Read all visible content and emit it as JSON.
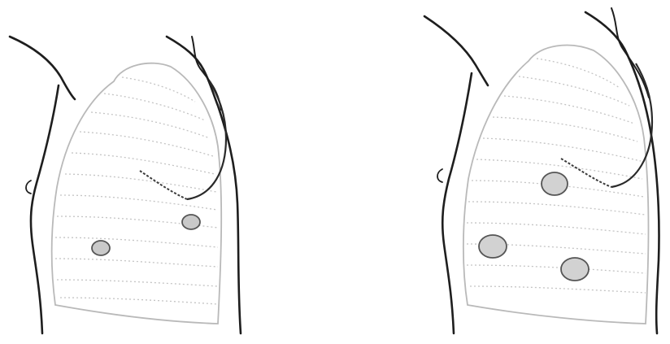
{
  "panels": [
    {
      "id": "left",
      "spot_color": "#c9c9c9",
      "spot_count": 2
    },
    {
      "id": "right",
      "spot_color": "#d2d2d2",
      "spot_count": 3
    }
  ],
  "colors": {
    "background": "#ffffff",
    "outline": "#1e1e1e",
    "lung_border": "#b9b9b9",
    "rib_lines": "#c4c4c4"
  }
}
